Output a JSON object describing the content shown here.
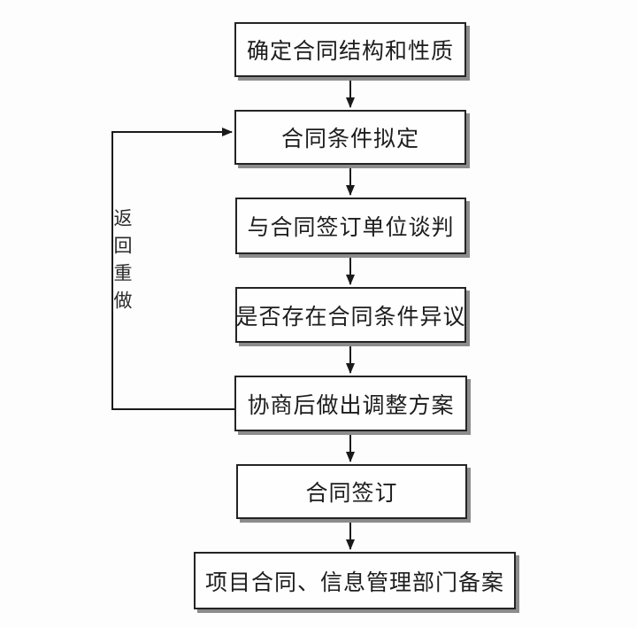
{
  "flow": {
    "boxes": [
      {
        "id": "determine-structure",
        "label": "确定合同结构和性质"
      },
      {
        "id": "draft-conditions",
        "label": "合同条件拟定"
      },
      {
        "id": "negotiate-with-signer",
        "label": "与合同签订单位谈判"
      },
      {
        "id": "condition-objection-check",
        "label": "是否存在合同条件异议"
      },
      {
        "id": "adjustment-plan",
        "label": "协商后做出调整方案"
      },
      {
        "id": "contract-signing",
        "label": "合同签订"
      },
      {
        "id": "department-filing",
        "label": "项目合同、信息管理部门备案"
      }
    ],
    "loop_label": "返回重做",
    "colors": {
      "background": "#fdfdfd",
      "box_fill": "#fefefe",
      "box_border": "#242424",
      "box_shadow": "#8c8c8c",
      "connector_line": "#1a1a1a",
      "text": "#1d1d1d"
    }
  }
}
